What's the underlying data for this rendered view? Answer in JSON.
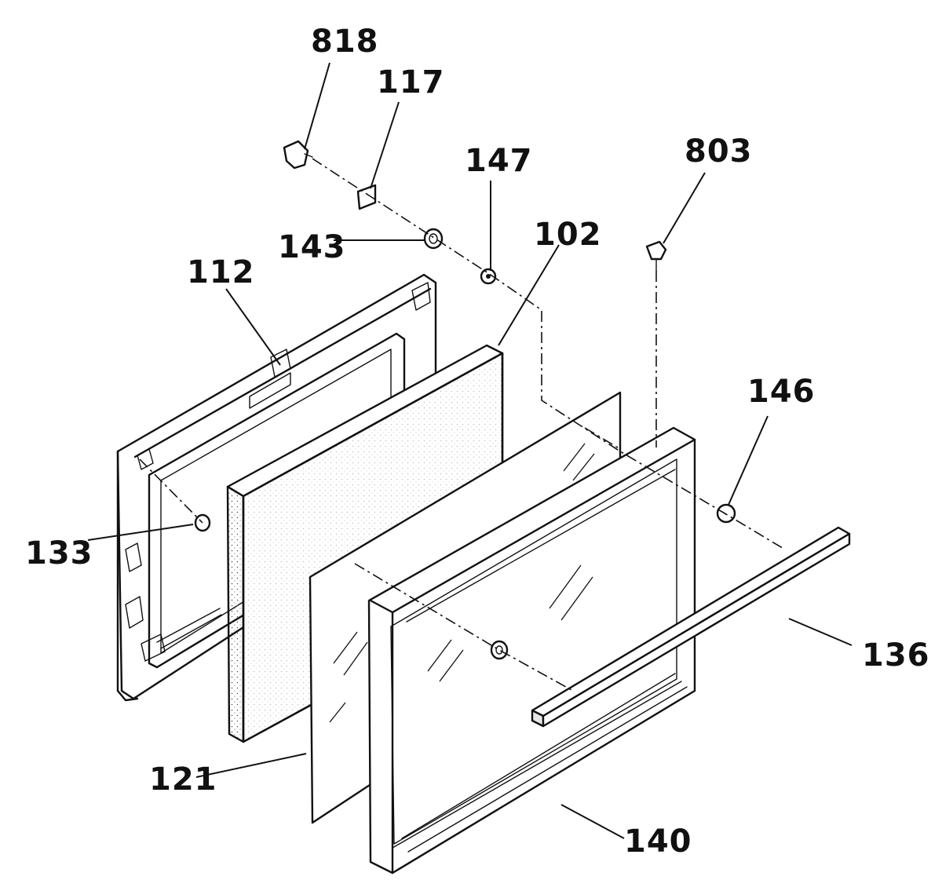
{
  "callouts": {
    "c818": "818",
    "c117": "117",
    "c147": "147",
    "c803": "803",
    "c143": "143",
    "c102": "102",
    "c112": "112",
    "c146": "146",
    "c133": "133",
    "c136": "136",
    "c121": "121",
    "c140": "140"
  },
  "colors": {
    "ink": "#111111",
    "paper": "#ffffff"
  }
}
